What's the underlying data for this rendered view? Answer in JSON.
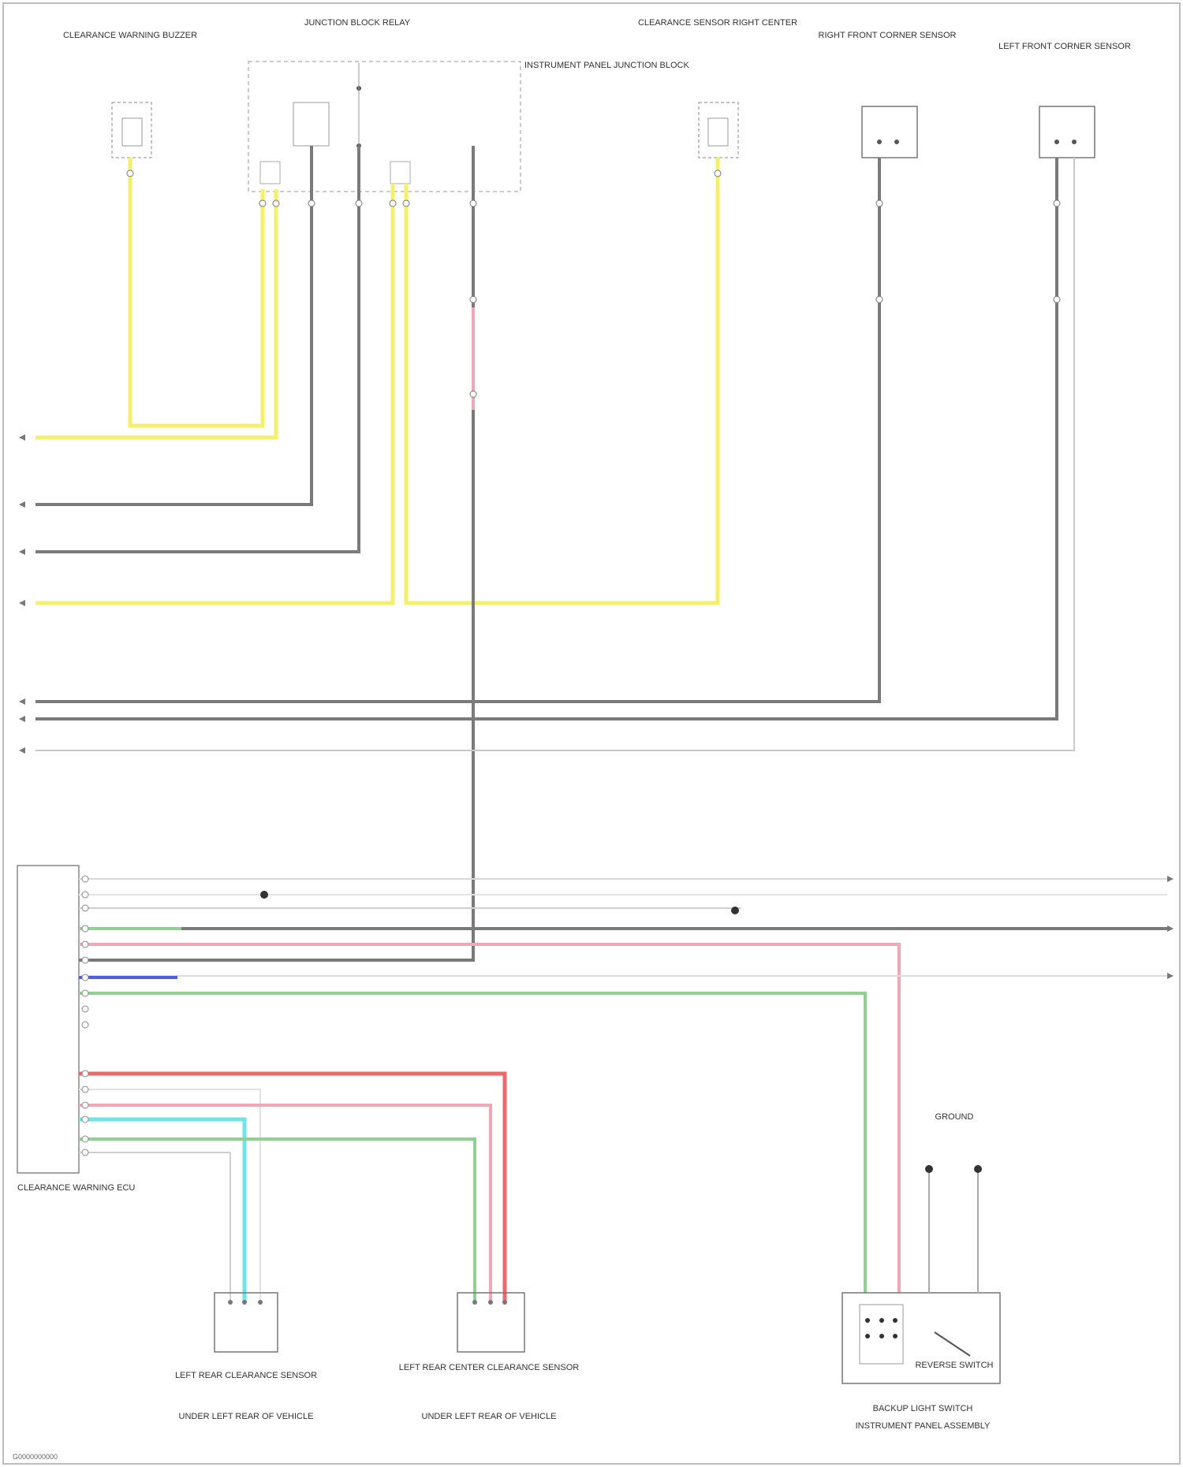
{
  "colors": {
    "yellow": "#f5f06a",
    "grey": "#7a7a7a",
    "light_grey": "#c8c8c8",
    "green": "#8fd18f",
    "pink": "#f3a7b4",
    "red": "#e86a6a",
    "blue": "#4d5ee8",
    "cyan": "#6fe3ea",
    "frame": "#888888"
  },
  "components": {
    "top1": "CLEARANCE WARNING BUZZER",
    "top2": "JUNCTION BLOCK RELAY",
    "top2_side": "INSTRUMENT PANEL JUNCTION BLOCK",
    "top3": "CLEARANCE SENSOR RIGHT CENTER",
    "top4": "RIGHT FRONT CORNER SENSOR",
    "top5": "LEFT FRONT CORNER SENSOR",
    "bottom_ecu": "CLEARANCE WARNING ECU",
    "bottom1": "LEFT REAR CLEARANCE SENSOR",
    "bottom1_sub": "UNDER LEFT REAR OF VEHICLE",
    "bottom2": "LEFT REAR CENTER CLEARANCE SENSOR",
    "bottom2_sub": "UNDER LEFT REAR OF VEHICLE",
    "bottom3": "BACKUP LIGHT SWITCH",
    "bottom3_sub": "INSTRUMENT PANEL ASSEMBLY",
    "right_mid": "GROUND",
    "right_switch": "REVERSE SWITCH"
  },
  "footer": "G0000000000"
}
